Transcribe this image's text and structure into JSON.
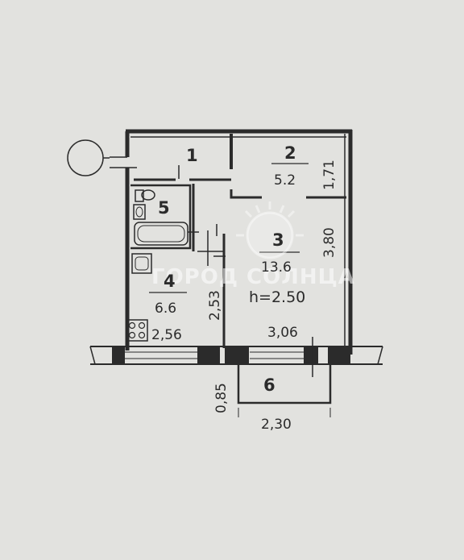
{
  "rooms": [
    {
      "id": "1",
      "area": ""
    },
    {
      "id": "2",
      "area": "5.2"
    },
    {
      "id": "3",
      "area": "13.6"
    },
    {
      "id": "4",
      "area": "6.6"
    },
    {
      "id": "5",
      "area": ""
    },
    {
      "id": "6",
      "area": ""
    }
  ],
  "dimensions": {
    "room2_width": "1,71",
    "room3_length": "3,80",
    "room3_width": "3,06",
    "room4_width": "2,56",
    "partition_length": "2,53",
    "balcony_depth": "0,85",
    "balcony_width": "2,30"
  },
  "ceiling_height": "h=2.50",
  "watermark": "ГОРОД СОЛНЦА",
  "colors": {
    "background": "#e2e2df",
    "ink": "#2b2b2b",
    "watermark": "#ffffff"
  }
}
